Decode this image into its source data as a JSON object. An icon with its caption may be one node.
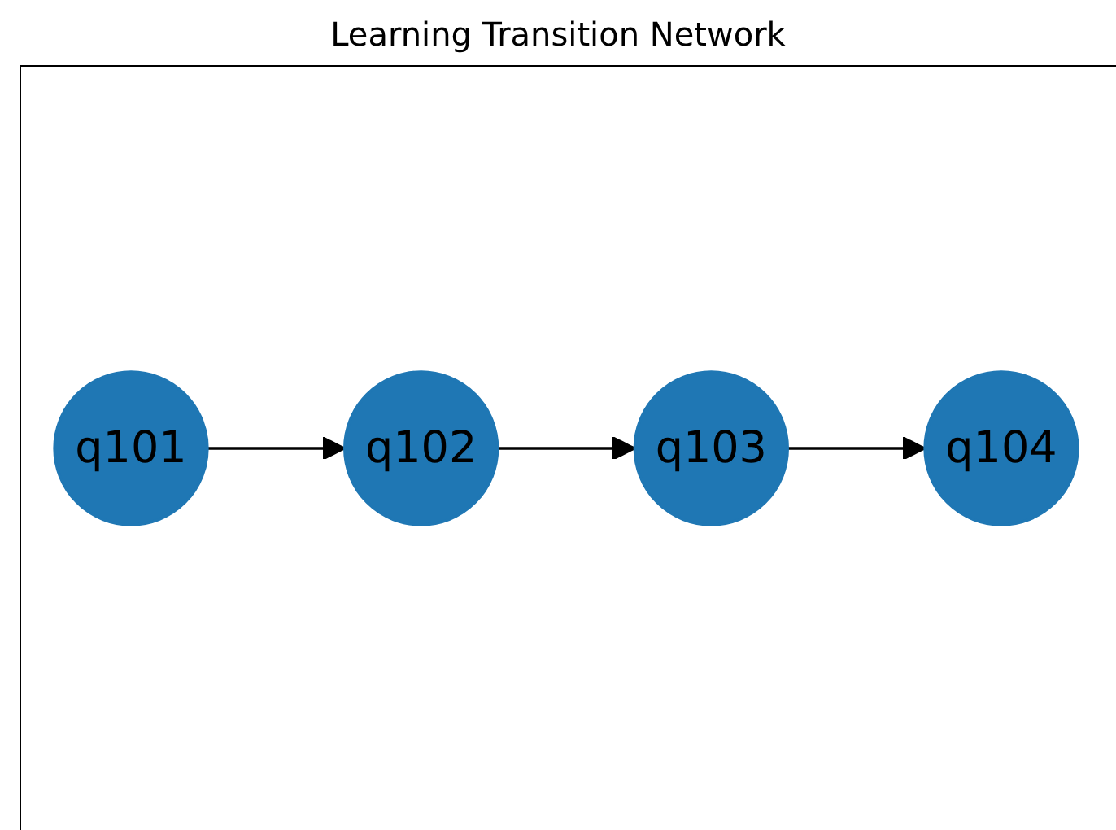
{
  "diagram": {
    "title": "Learning Transition Network",
    "nodes": [
      {
        "text": [
          "q101"
        ]
      },
      {
        "text": [
          "q102"
        ]
      },
      {
        "text": [
          "q103"
        ]
      },
      {
        "text": [
          "q104"
        ]
      }
    ],
    "edges": [
      {
        "from": 0,
        "to": 1,
        "arrow": "to"
      },
      {
        "from": 1,
        "to": 2,
        "arrow": "to"
      },
      {
        "from": 2,
        "to": 3,
        "arrow": "to"
      }
    ]
  }
}
